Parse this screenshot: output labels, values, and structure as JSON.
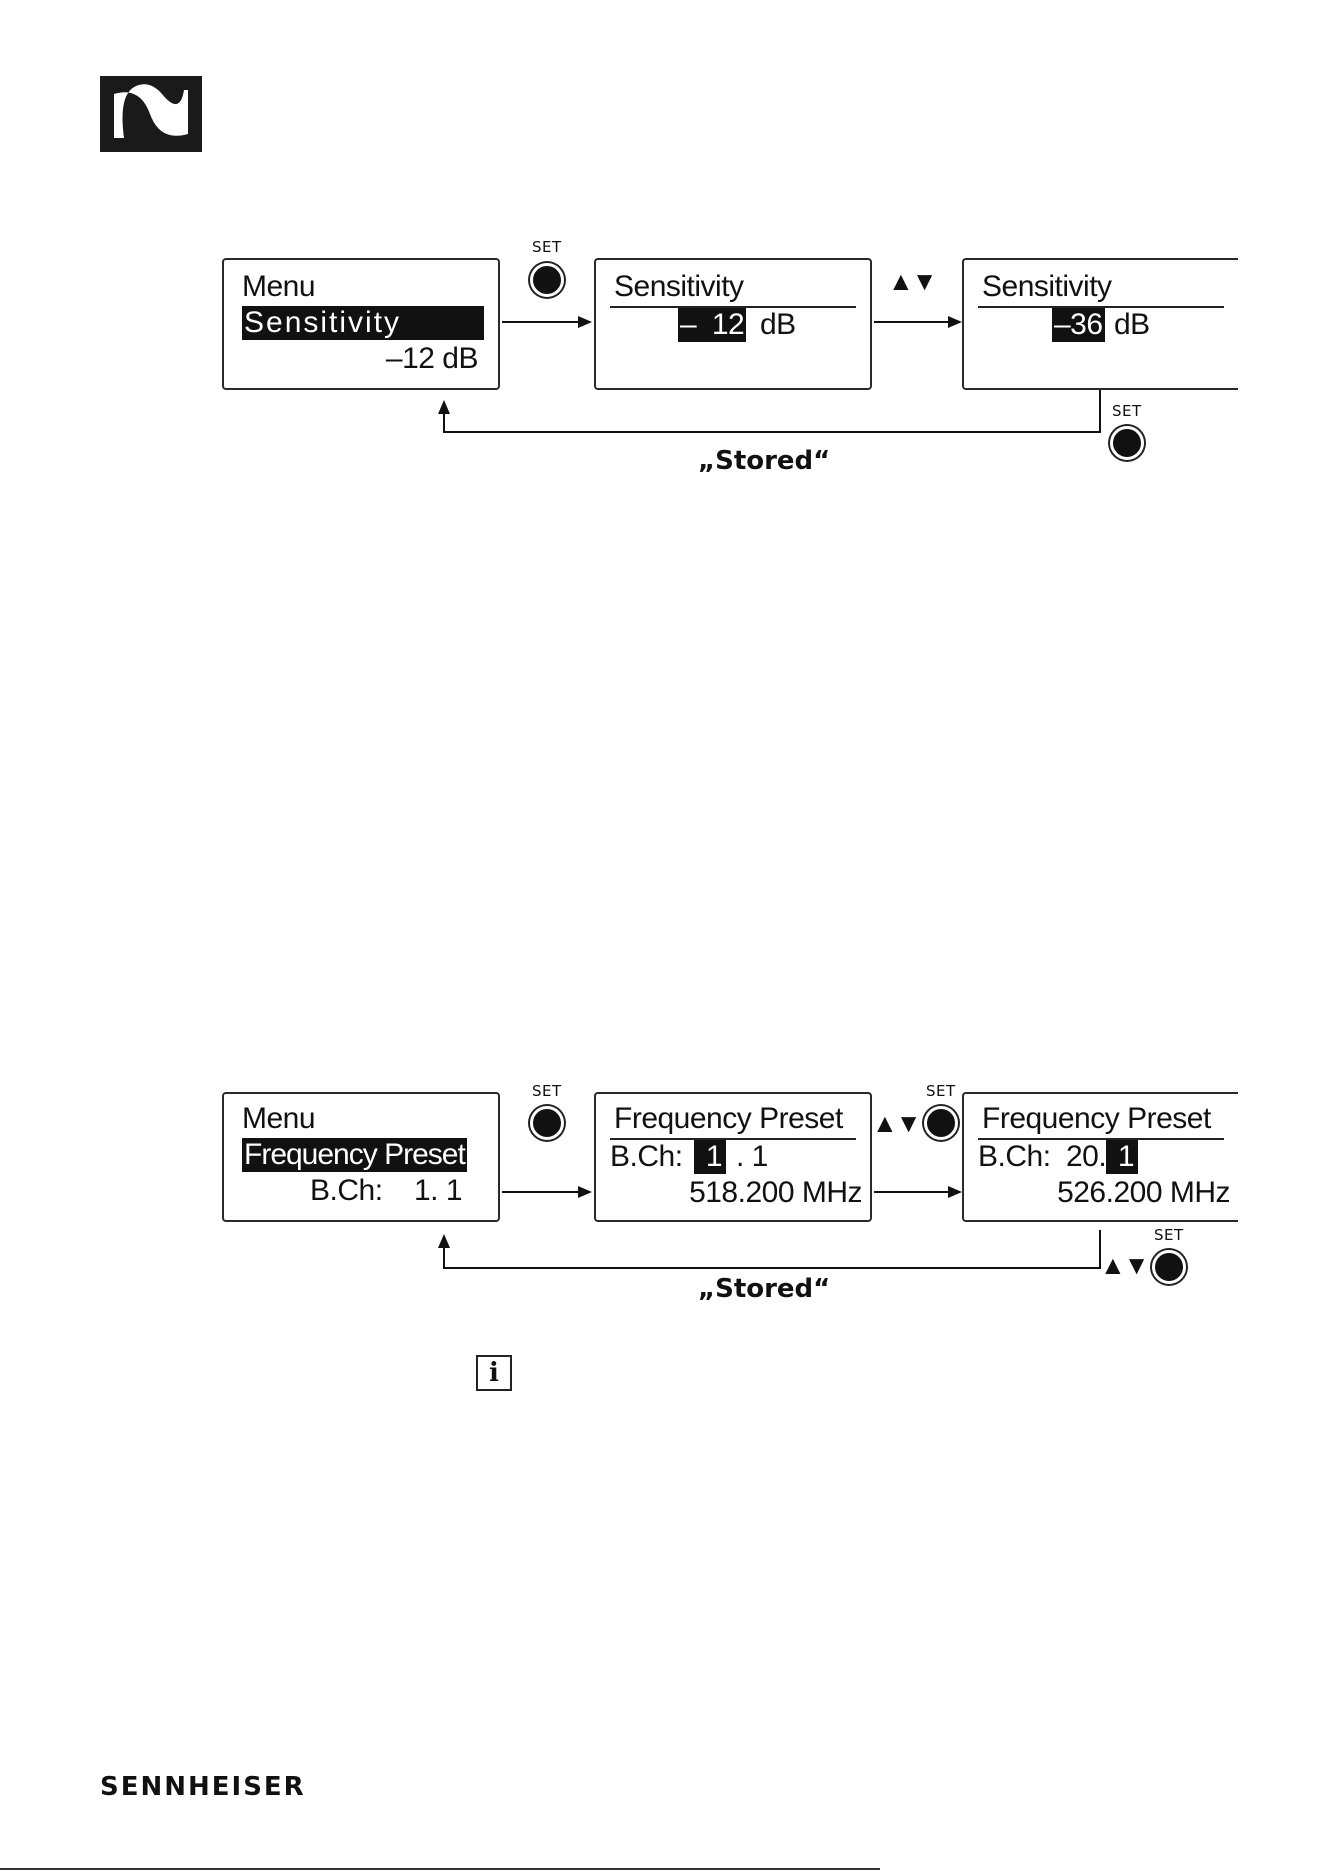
{
  "diagram1": {
    "box1": {
      "title": "Menu",
      "item": "Sensitivity",
      "value": "–12 dB"
    },
    "box2": {
      "title": "Sensitivity",
      "value_sel": "–  12",
      "unit": "dB"
    },
    "box3": {
      "title": "Sensitivity",
      "value_sel": "–36",
      "unit": "dB"
    },
    "set_label": "SET",
    "updown": "▲▼",
    "stored": "„Stored“"
  },
  "diagram2": {
    "box1": {
      "title": "Menu",
      "item": "Frequency Preset",
      "bank_label": "B.Ch:",
      "bank_value": "1. 1"
    },
    "box2": {
      "title": "Frequency Preset",
      "bank_label": "B.Ch:",
      "bank_sel": " 1",
      "bank_rest": ". 1",
      "freq": "518.200 MHz"
    },
    "box3": {
      "title": "Frequency Preset",
      "bank_label": "B.Ch:",
      "bank_pre": "20.",
      "bank_sel": " 1",
      "freq": "526.200 MHz"
    },
    "set_label": "SET",
    "updown": "▲▼",
    "stored": "„Stored“"
  },
  "info_icon": "i",
  "brand": "SENNHEISER"
}
